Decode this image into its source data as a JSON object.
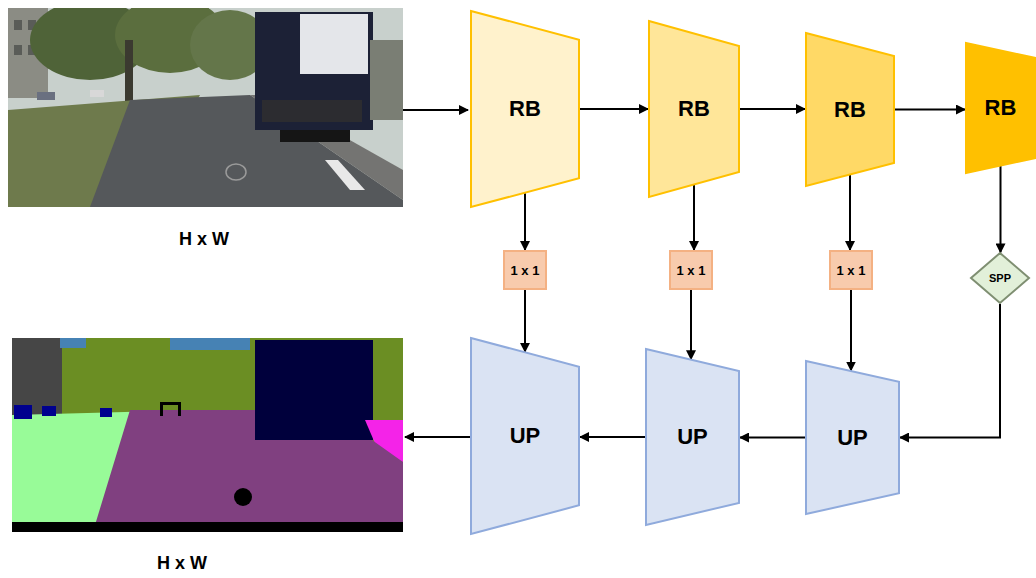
{
  "diagram": {
    "nodes": [
      {
        "text": [
          "RB"
        ]
      },
      {
        "text": [
          "RB"
        ]
      },
      {
        "text": [
          "RB"
        ]
      },
      {
        "text": [
          "RB"
        ]
      },
      {
        "text": [
          "1 x 1"
        ]
      },
      {
        "text": [
          "1 x 1"
        ]
      },
      {
        "text": [
          "1 x 1"
        ]
      },
      {
        "text": [
          "SPP"
        ]
      },
      {
        "text": [
          "UP"
        ]
      },
      {
        "text": [
          "UP"
        ]
      },
      {
        "text": [
          "UP"
        ]
      }
    ],
    "edges": [
      {
        "from": 0,
        "to": 1,
        "arrow": "to"
      },
      {
        "from": 1,
        "to": 2,
        "arrow": "to"
      },
      {
        "from": 2,
        "to": 3,
        "arrow": "to"
      },
      {
        "from": 0,
        "to": 4,
        "arrow": "to"
      },
      {
        "from": 1,
        "to": 5,
        "arrow": "to"
      },
      {
        "from": 2,
        "to": 6,
        "arrow": "to"
      },
      {
        "from": 3,
        "to": 7,
        "arrow": "to"
      },
      {
        "from": 4,
        "to": 8,
        "arrow": "to"
      },
      {
        "from": 5,
        "to": 9,
        "arrow": "to"
      },
      {
        "from": 6,
        "to": 10,
        "arrow": "to"
      },
      {
        "from": 7,
        "to": 10,
        "arrow": "to"
      },
      {
        "from": 10,
        "to": 9,
        "arrow": "to"
      },
      {
        "from": 9,
        "to": 8,
        "arrow": "to"
      }
    ],
    "labels": [
      "H x W",
      "H x W"
    ]
  }
}
